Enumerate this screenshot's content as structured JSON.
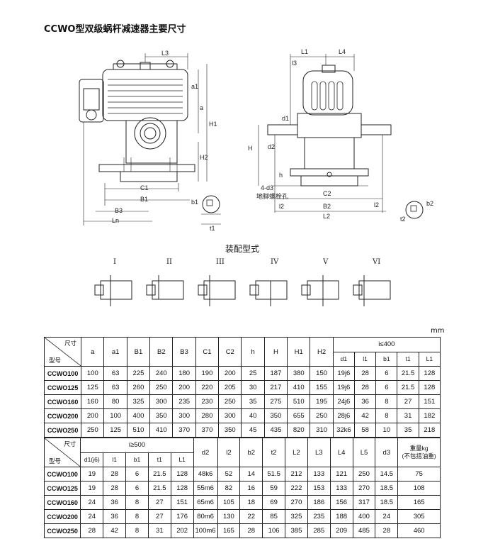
{
  "title": "CCWO型双级蜗杆减速器主要尺寸",
  "assembly_caption": "装配型式",
  "assembly_types": [
    "I",
    "II",
    "III",
    "IV",
    "V",
    "VI"
  ],
  "unit": "mm",
  "drawing_labels": {
    "L3": "L3",
    "a1": "a1",
    "a": "a",
    "H1": "H1",
    "H2": "H2",
    "C1": "C1",
    "B1": "B1",
    "B3": "B3",
    "Ln": "Ln",
    "b1": "b1",
    "t1": "t1",
    "L1": "L1",
    "L4": "L4",
    "l3": "l3",
    "d1": "d1",
    "d2": "d2",
    "H": "H",
    "h": "h",
    "4d3": "4-d3",
    "bolt_hole": "地脚螺栓孔",
    "C2": "C2",
    "l2": "l2",
    "B2": "B2",
    "L2": "L2",
    "b2": "b2",
    "t2": "t2"
  },
  "table1": {
    "header_top": "尺寸",
    "header_bot": "型号",
    "cols": [
      "a",
      "a1",
      "B1",
      "B2",
      "B3",
      "C1",
      "C2",
      "h",
      "H",
      "H1",
      "H2"
    ],
    "group": "i≤400",
    "group_cols": [
      "d1",
      "l1",
      "b1",
      "t1",
      "L1"
    ],
    "rows": [
      [
        "CCWO100",
        "100",
        "63",
        "225",
        "240",
        "180",
        "190",
        "200",
        "25",
        "187",
        "380",
        "150",
        "19j6",
        "28",
        "6",
        "21.5",
        "128"
      ],
      [
        "CCWO125",
        "125",
        "63",
        "260",
        "250",
        "200",
        "220",
        "205",
        "30",
        "217",
        "410",
        "155",
        "19j6",
        "28",
        "6",
        "21.5",
        "128"
      ],
      [
        "CCWO160",
        "160",
        "80",
        "325",
        "300",
        "235",
        "230",
        "250",
        "35",
        "275",
        "510",
        "195",
        "24j6",
        "36",
        "8",
        "27",
        "151"
      ],
      [
        "CCWO200",
        "200",
        "100",
        "400",
        "350",
        "300",
        "280",
        "300",
        "40",
        "350",
        "655",
        "250",
        "28j6",
        "42",
        "8",
        "31",
        "182"
      ],
      [
        "CCWO250",
        "250",
        "125",
        "510",
        "410",
        "370",
        "370",
        "350",
        "45",
        "435",
        "820",
        "310",
        "32k6",
        "58",
        "10",
        "35",
        "218"
      ]
    ]
  },
  "table2": {
    "header_top": "尺寸",
    "header_bot": "型号",
    "group": "i≥500",
    "group_cols": [
      "d1(j6)",
      "l1",
      "b1",
      "t1",
      "L1"
    ],
    "cols": [
      "d2",
      "l2",
      "b2",
      "t2",
      "L2",
      "L3",
      "L4",
      "L5",
      "d3"
    ],
    "weight_label": "重量kg",
    "weight_note": "(不包括油重)",
    "rows": [
      [
        "CCWO100",
        "19",
        "28",
        "6",
        "21.5",
        "128",
        "48k6",
        "52",
        "14",
        "51.5",
        "212",
        "133",
        "121",
        "250",
        "14.5",
        "75"
      ],
      [
        "CCWO125",
        "19",
        "28",
        "6",
        "21.5",
        "128",
        "55m6",
        "82",
        "16",
        "59",
        "222",
        "153",
        "133",
        "270",
        "18.5",
        "108"
      ],
      [
        "CCWO160",
        "24",
        "36",
        "8",
        "27",
        "151",
        "65m6",
        "105",
        "18",
        "69",
        "270",
        "186",
        "156",
        "317",
        "18.5",
        "165"
      ],
      [
        "CCWO200",
        "24",
        "36",
        "8",
        "27",
        "176",
        "80m6",
        "130",
        "22",
        "85",
        "325",
        "235",
        "188",
        "400",
        "24",
        "305"
      ],
      [
        "CCWO250",
        "28",
        "42",
        "8",
        "31",
        "202",
        "100m6",
        "165",
        "28",
        "106",
        "385",
        "285",
        "209",
        "485",
        "28",
        "460"
      ]
    ]
  }
}
